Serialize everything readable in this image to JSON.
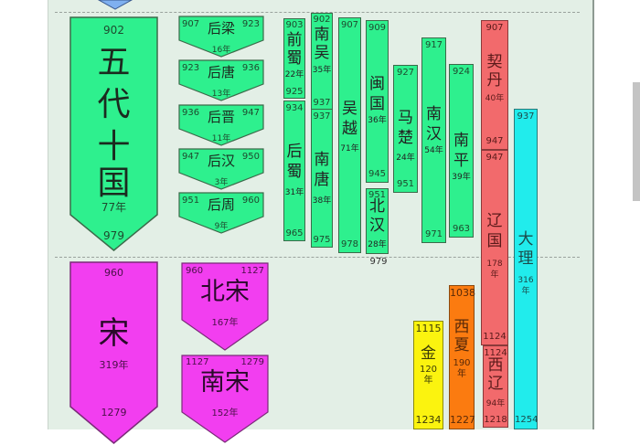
{
  "colors": {
    "panel_bg": "#e3efe6",
    "wudai": "#2ef08e",
    "song": "#f23ef0",
    "liao": "#f26a6c",
    "dali": "#21ecec",
    "xixia": "#fb7b10",
    "jin": "#fbf30f"
  },
  "top_arrow": {
    "label": ""
  },
  "wudai_shiguo": {
    "start": "902",
    "name": "五代十国",
    "chars": [
      "五",
      "代",
      "十",
      "国"
    ],
    "years": "77年",
    "end": "979"
  },
  "five_dynasties": [
    {
      "start": "907",
      "name": "后梁",
      "end": "923",
      "years": "16年"
    },
    {
      "start": "923",
      "name": "后唐",
      "end": "936",
      "years": "13年"
    },
    {
      "start": "936",
      "name": "后晋",
      "end": "947",
      "years": "11年"
    },
    {
      "start": "947",
      "name": "后汉",
      "end": "950",
      "years": "3年"
    },
    {
      "start": "951",
      "name": "后周",
      "end": "960",
      "years": "9年"
    }
  ],
  "ten_kingdoms": [
    {
      "id": "qianshu",
      "start": "903",
      "chars": [
        "前",
        "蜀"
      ],
      "years": "22年",
      "end": "925"
    },
    {
      "id": "houshu",
      "start": "934",
      "chars": [
        "后",
        "蜀"
      ],
      "years": "31年",
      "end": "965"
    },
    {
      "id": "nanwu",
      "start": "902",
      "chars": [
        "南",
        "吴"
      ],
      "years": "35年",
      "end": "937"
    },
    {
      "id": "nantang",
      "start": "937",
      "chars": [
        "南",
        "唐"
      ],
      "years": "38年",
      "end": "975"
    },
    {
      "id": "wuyue",
      "start": "907",
      "chars": [
        "吴",
        "越"
      ],
      "years": "71年",
      "end": "978"
    },
    {
      "id": "minguo",
      "start": "909",
      "chars": [
        "闽",
        "国"
      ],
      "years": "36年",
      "end": "945"
    },
    {
      "id": "beihan",
      "start": "951",
      "chars": [
        "北",
        "汉"
      ],
      "years": "28年",
      "end": "979"
    },
    {
      "id": "machu",
      "start": "927",
      "chars": [
        "马",
        "楚"
      ],
      "years": "24年",
      "end": "951"
    },
    {
      "id": "nanhan",
      "start": "917",
      "chars": [
        "南",
        "汉"
      ],
      "years": "54年",
      "end": "971"
    },
    {
      "id": "nanping",
      "start": "924",
      "chars": [
        "南",
        "平"
      ],
      "years": "39年",
      "end": "963"
    }
  ],
  "divider_label": "979",
  "song": {
    "start": "960",
    "name": "宋",
    "years": "319年",
    "end": "1279"
  },
  "song_split": [
    {
      "start": "960",
      "end": "1127",
      "name": "北宋",
      "years": "167年"
    },
    {
      "start": "1127",
      "end": "1279",
      "name": "南宋",
      "years": "152年"
    }
  ],
  "northern": [
    {
      "id": "qidan",
      "start": "907",
      "chars": [
        "契",
        "丹"
      ],
      "years": "40年",
      "end": "947"
    },
    {
      "id": "liaoguo",
      "start": "947",
      "chars": [
        "辽",
        "国"
      ],
      "years": [
        "178",
        "年"
      ],
      "end": "1124"
    },
    {
      "id": "xiliao",
      "start": "1124",
      "chars": [
        "西",
        "辽"
      ],
      "years": "94年",
      "end": "1218"
    },
    {
      "id": "dali",
      "start": "937",
      "chars": [
        "大",
        "理"
      ],
      "years": [
        "316",
        "年"
      ],
      "end": "1254"
    },
    {
      "id": "jin",
      "start": "1115",
      "chars": [
        "金"
      ],
      "years": [
        "120",
        "年"
      ],
      "end": "1234"
    },
    {
      "id": "xixia",
      "start": "1038",
      "chars": [
        "西",
        "夏"
      ],
      "years": [
        "190",
        "年"
      ],
      "end": "1227"
    }
  ]
}
